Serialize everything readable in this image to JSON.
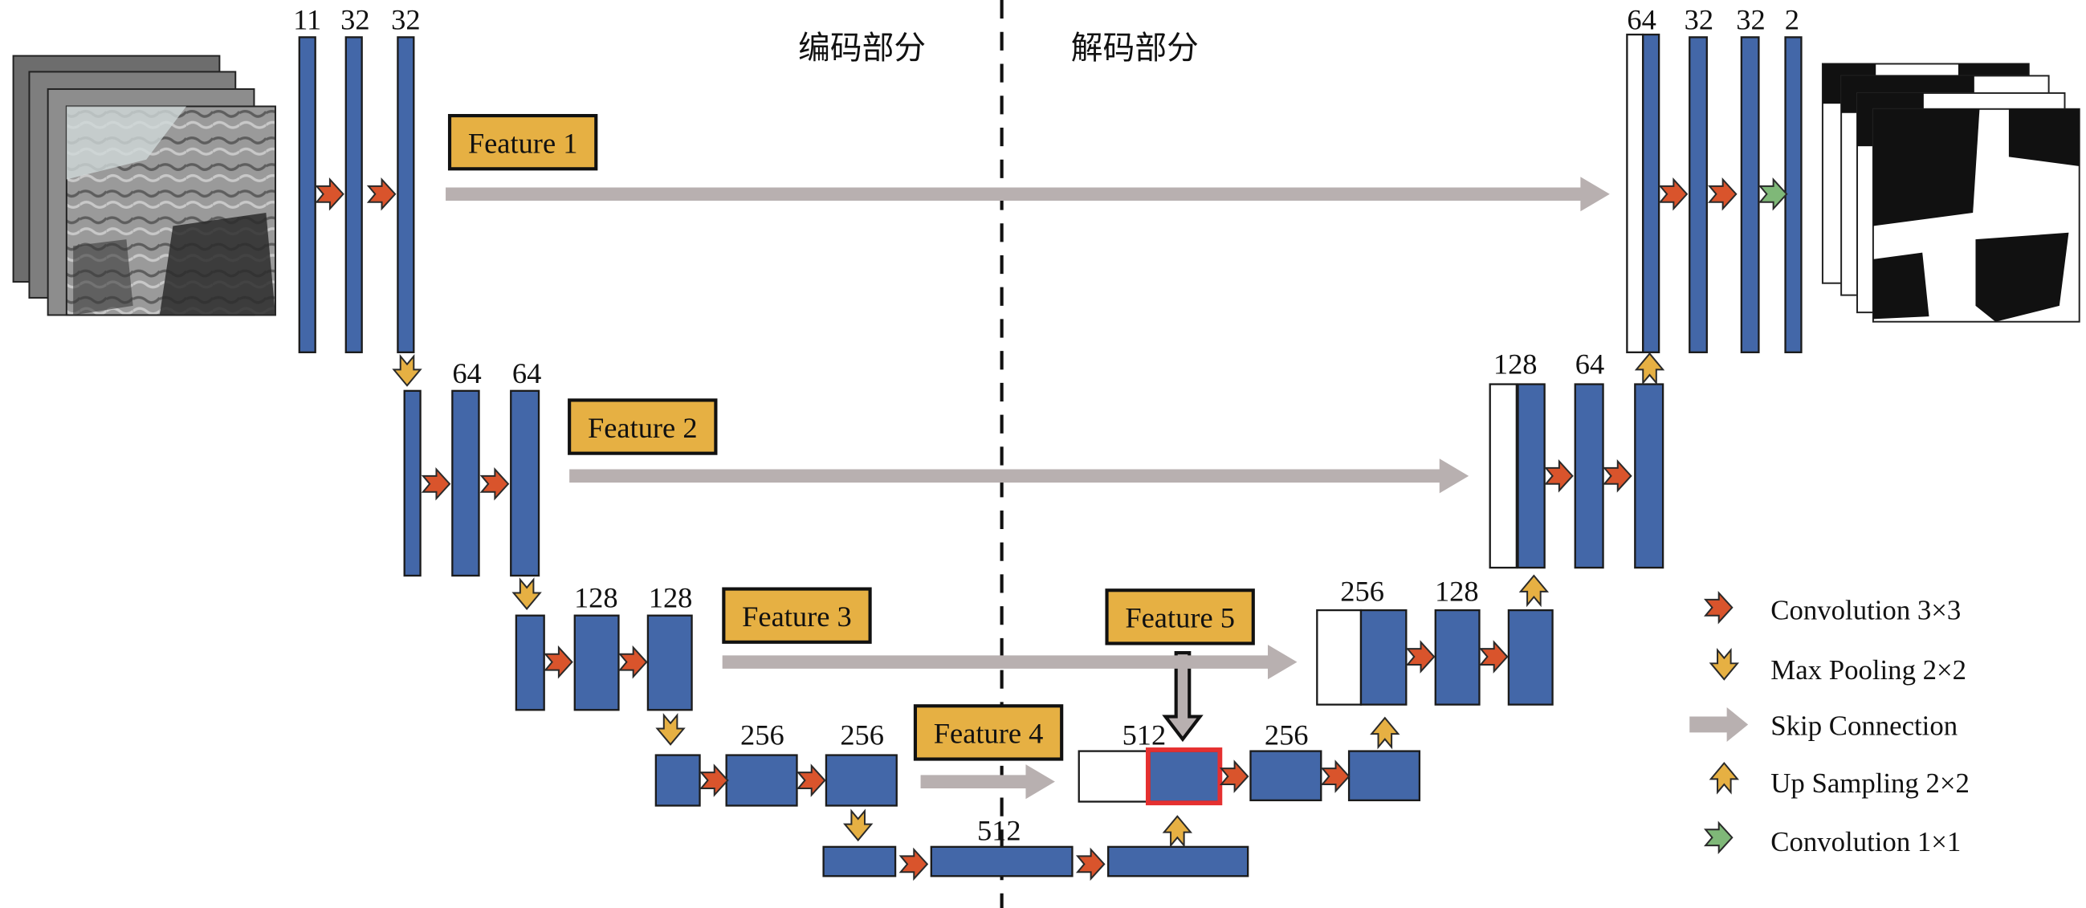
{
  "header": {
    "encoder_label": "编码部分",
    "decoder_label": "解码部分"
  },
  "features": {
    "f1": "Feature 1",
    "f2": "Feature 2",
    "f3": "Feature 3",
    "f4": "Feature 4",
    "f5": "Feature 5"
  },
  "encoder": {
    "level1": [
      "11",
      "32",
      "32"
    ],
    "level2": [
      "64",
      "64"
    ],
    "level3": [
      "128",
      "128"
    ],
    "level4": [
      "256",
      "256"
    ],
    "bottleneck": "512"
  },
  "decoder": {
    "level4": [
      "512",
      "256"
    ],
    "level3": [
      "256",
      "128"
    ],
    "level2": [
      "128",
      "64"
    ],
    "level1": [
      "64",
      "32",
      "32",
      "2"
    ]
  },
  "legend": [
    {
      "icon": "red-arrow-icon",
      "label": "Convolution 3×3"
    },
    {
      "icon": "down-arrow-icon",
      "label": "Max Pooling 2×2"
    },
    {
      "icon": "gray-arrow-icon",
      "label": "Skip Connection"
    },
    {
      "icon": "up-arrow-icon",
      "label": "Up Sampling 2×2"
    },
    {
      "icon": "green-arrow-icon",
      "label": "Convolution 1×1"
    }
  ],
  "colors": {
    "block": "#4367a8",
    "conv3": "#d9542c",
    "pool": "#e6b043",
    "skip": "#b8b0b0",
    "conv1": "#7fb878",
    "highlight": "#e53030",
    "feature_box": "#e6b043"
  }
}
